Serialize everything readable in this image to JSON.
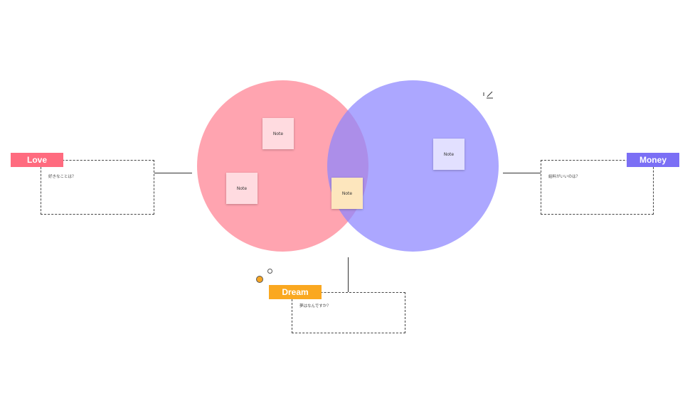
{
  "categories": [
    {
      "label": "Love",
      "question": "好きなことは？",
      "color": "#ff6b7f"
    },
    {
      "label": "Money",
      "question": "給料がいいのは？",
      "color": "#7b6ff5"
    },
    {
      "label": "Dream",
      "question": "夢はなんですか？",
      "color": "#faa820"
    }
  ],
  "notes": [
    {
      "text": "Note",
      "color": "#ffdbe0"
    },
    {
      "text": "Note",
      "color": "#ffdbe0"
    },
    {
      "text": "Note",
      "color": "#fde6bd"
    },
    {
      "text": "Note",
      "color": "#e2e0ff"
    }
  ],
  "colors": {
    "love_circle": "#ff8a9a",
    "money_circle": "#8c85ff"
  }
}
